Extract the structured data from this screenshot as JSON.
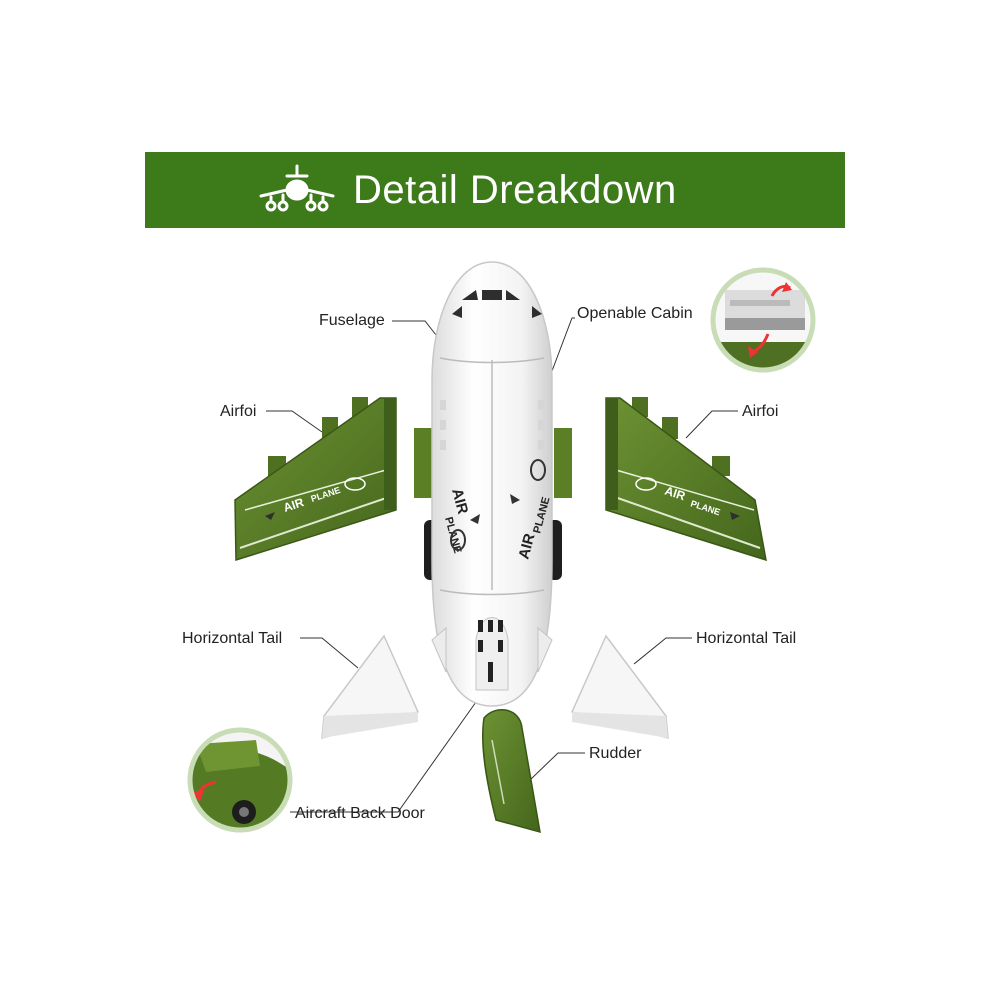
{
  "banner": {
    "title": "Detail Dreakdown",
    "icon": "airplane-icon",
    "color": "#3c7a1a"
  },
  "labels": {
    "fuselage": "Fuselage",
    "openable_cabin": "Openable Cabin",
    "airfoil_left": "Airfoi",
    "airfoil_right": "Airfoi",
    "horizontal_tail_left": "Horizontal Tail",
    "horizontal_tail_right": "Horizontal Tail",
    "rudder": "Rudder",
    "aircraft_back_door": "Aircraft Back Door"
  },
  "decals": {
    "air": "AIR",
    "plane": "PLANE"
  },
  "colors": {
    "part_green": "#557a26",
    "part_green_dark": "#3f5e1b",
    "body_white": "#f4f4f4",
    "circle_border": "#b9d4a6"
  }
}
